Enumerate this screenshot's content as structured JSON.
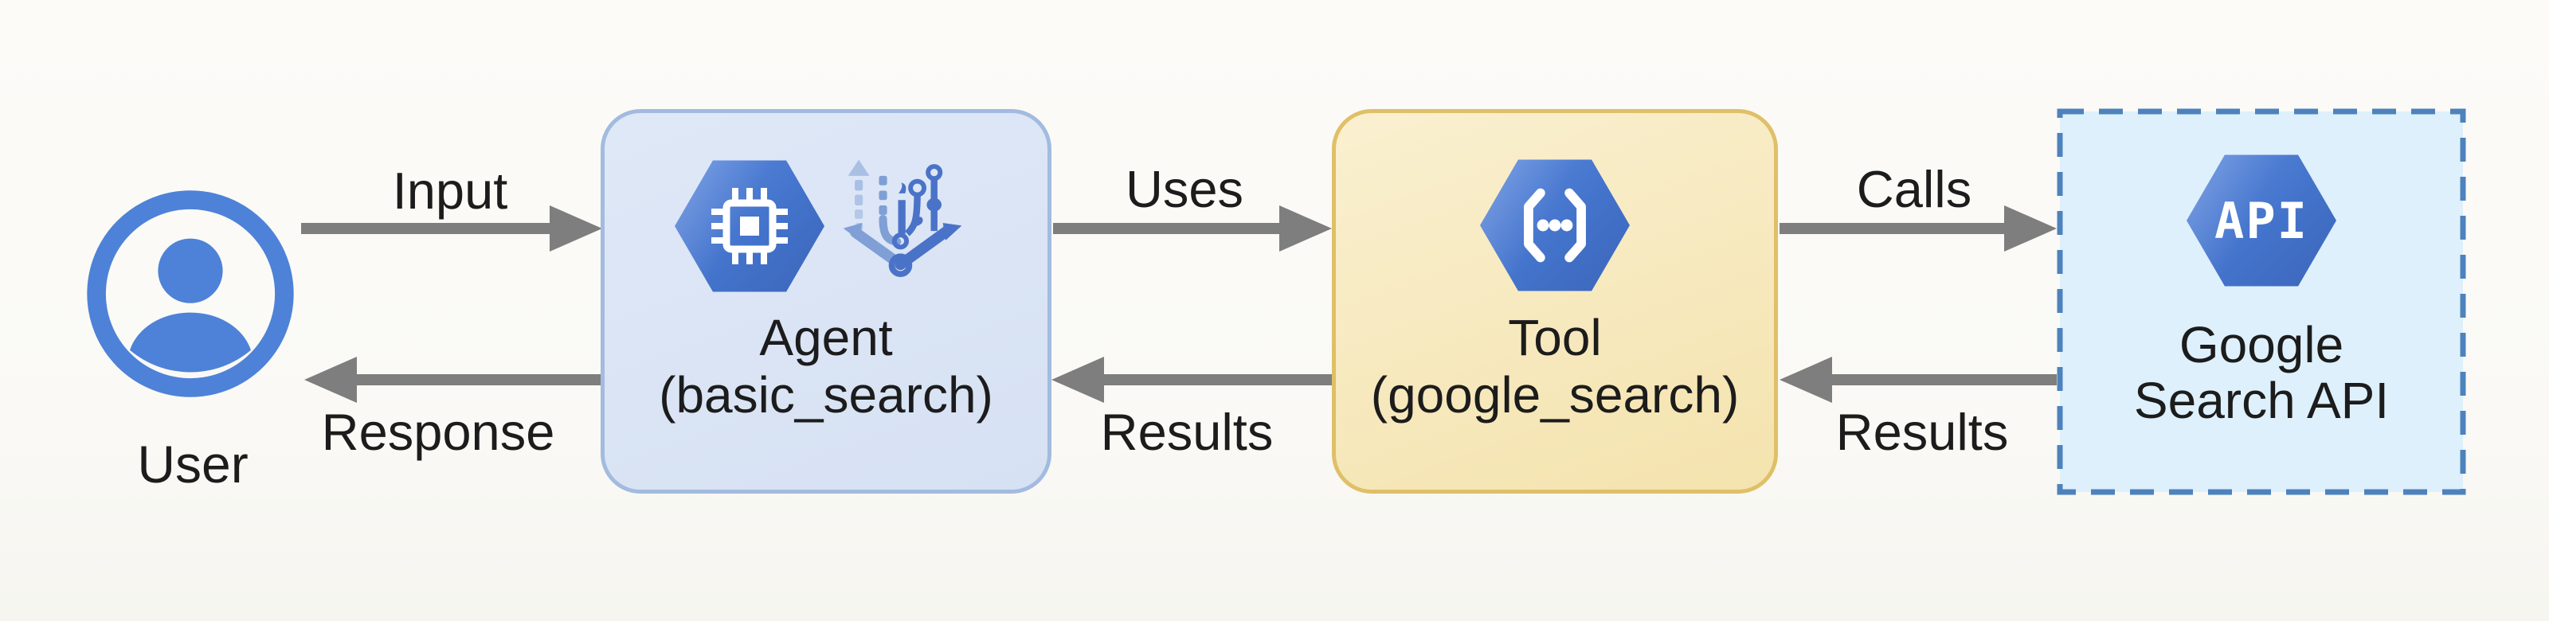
{
  "theme": {
    "bg": "#fbfaf7",
    "text": "#1c1c1c",
    "arrow": "#7e7e7e",
    "agent_fill": "#dfe8f7",
    "agent_border": "#a2bbdf",
    "tool_fill": "#faf0d0",
    "tool_border": "#dfc068",
    "api_fill": "#def0fb",
    "api_border": "#4d82bd",
    "hexagon_blue": "#4373cb",
    "user_blue": "#4d82d8"
  },
  "nodes": {
    "user": {
      "label": "User",
      "icon": "person-circle-icon"
    },
    "agent": {
      "title": "Agent",
      "subtitle": "(basic_search)",
      "icons": [
        "cpu-chip-hexagon-icon",
        "branching-pipeline-icon"
      ]
    },
    "tool": {
      "title": "Tool",
      "subtitle": "(google_search)",
      "icon": "code-brackets-hexagon-icon"
    },
    "api": {
      "title": "Google",
      "subtitle": "Search API",
      "icon": "api-hexagon-icon",
      "icon_text": "API"
    }
  },
  "edges": [
    {
      "label": "Input",
      "from": "user",
      "to": "agent",
      "direction": "right"
    },
    {
      "label": "Response",
      "from": "agent",
      "to": "user",
      "direction": "left"
    },
    {
      "label": "Uses",
      "from": "agent",
      "to": "tool",
      "direction": "right"
    },
    {
      "label": "Results",
      "from": "tool",
      "to": "agent",
      "direction": "left"
    },
    {
      "label": "Calls",
      "from": "tool",
      "to": "api",
      "direction": "right"
    },
    {
      "label": "Results",
      "from": "api",
      "to": "tool",
      "direction": "left"
    }
  ]
}
